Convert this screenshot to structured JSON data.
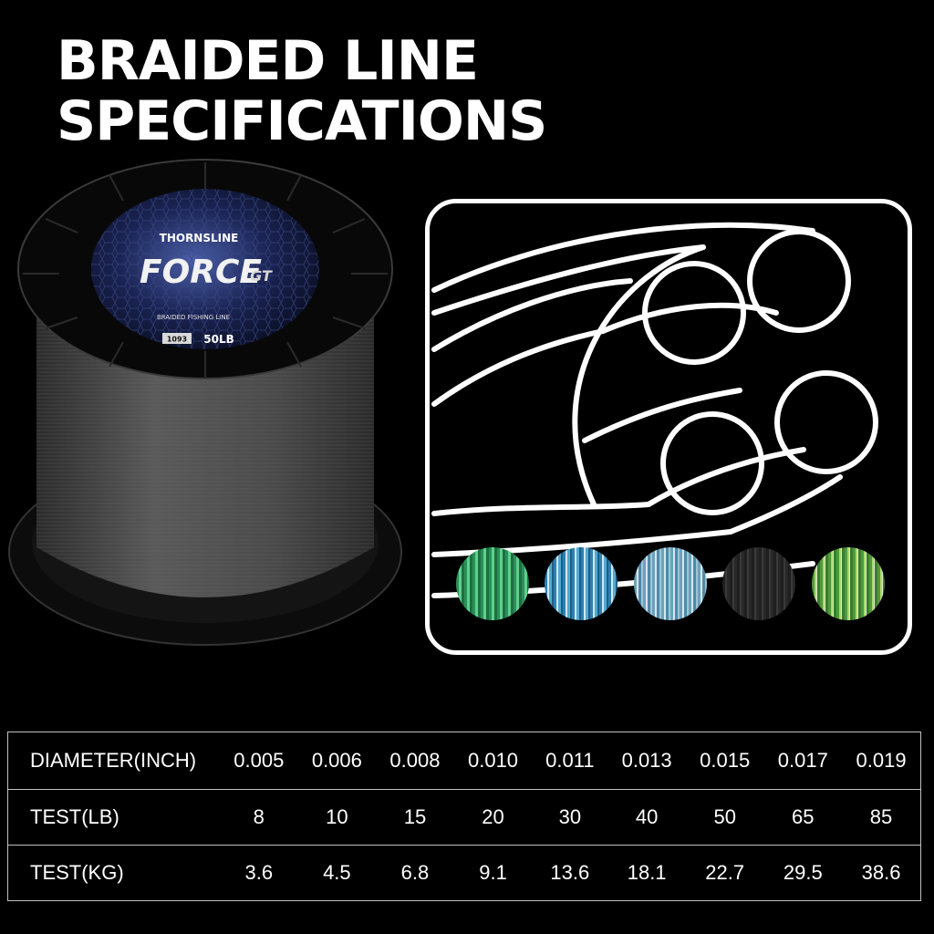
{
  "header": {
    "title_line1": "BRAIDED LINE",
    "title_line2": "SPECIFICATIONS"
  },
  "spool_label": {
    "brand": "THORNSLINE",
    "product": "FORCE",
    "product_suffix": "GT",
    "subtitle": "BRAIDED FISHING LINE",
    "length_value": "1093",
    "strength": "50LB"
  },
  "colors": {
    "background": "#000000",
    "line_gray": "#4a4a4a",
    "panel_stroke": "#ffffff"
  },
  "swatches": [
    {
      "name": "green",
      "color": "#2fae5e"
    },
    {
      "name": "blue-white",
      "color": "#4ea6cc"
    },
    {
      "name": "light-blue",
      "color": "#7fb2c6"
    },
    {
      "name": "dark-gray",
      "color": "#2a2a2a"
    },
    {
      "name": "multi-green",
      "color": "#7cbf46"
    }
  ],
  "spec_table": {
    "rows": [
      {
        "label": "DIAMETER(INCH)",
        "values": [
          "0.005",
          "0.006",
          "0.008",
          "0.010",
          "0.011",
          "0.013",
          "0.015",
          "0.017",
          "0.019"
        ]
      },
      {
        "label": "TEST(LB)",
        "values": [
          "8",
          "10",
          "15",
          "20",
          "30",
          "40",
          "50",
          "65",
          "85"
        ]
      },
      {
        "label": "TEST(KG)",
        "values": [
          "3.6",
          "4.5",
          "6.8",
          "9.1",
          "13.6",
          "18.1",
          "22.7",
          "29.5",
          "38.6"
        ]
      }
    ]
  }
}
